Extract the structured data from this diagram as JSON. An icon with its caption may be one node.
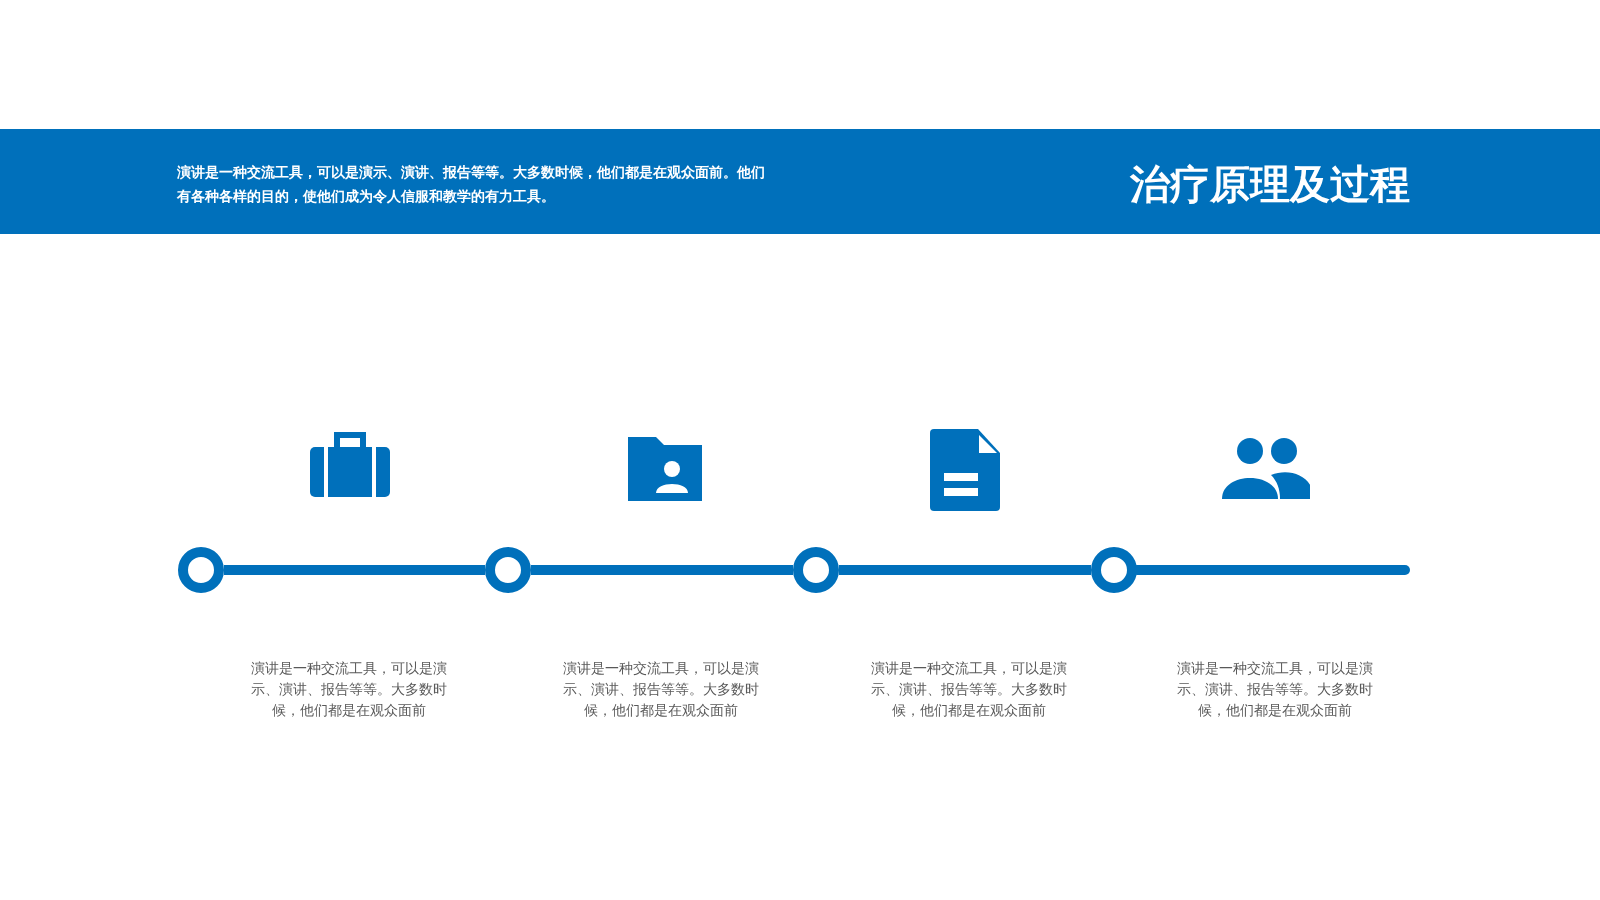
{
  "diagram": {
    "title": "治疗原理及过程",
    "nodes": [
      {
        "text": [],
        "shape": "circle"
      },
      {
        "text": [],
        "shape": "circle"
      },
      {
        "text": [],
        "shape": "circle"
      },
      {
        "text": [],
        "shape": "circle"
      }
    ],
    "edges": [
      {
        "from": 0,
        "to": 1,
        "arrow": "none"
      },
      {
        "from": 1,
        "to": 2,
        "arrow": "none"
      },
      {
        "from": 2,
        "to": 3,
        "arrow": "none"
      },
      {
        "from": 3,
        "to": null,
        "arrow": "none"
      }
    ],
    "labels": [
      "演讲是一种交流工具，可以是演示、演讲、报告等等。大多数时候，他们都是在观众面前。他们有各种各样的目的，使他们成为令人信服和教学的有力工具。",
      "演讲是一种交流工具，可以是演示、演讲、报告等等。大多数时候，他们都是在观众面前",
      "演讲是一种交流工具，可以是演示、演讲、报告等等。大多数时候，他们都是在观众面前",
      "演讲是一种交流工具，可以是演示、演讲、报告等等。大多数时候，他们都是在观众面前",
      "演讲是一种交流工具，可以是演示、演讲、报告等等。大多数时候，他们都是在观众面前"
    ]
  }
}
